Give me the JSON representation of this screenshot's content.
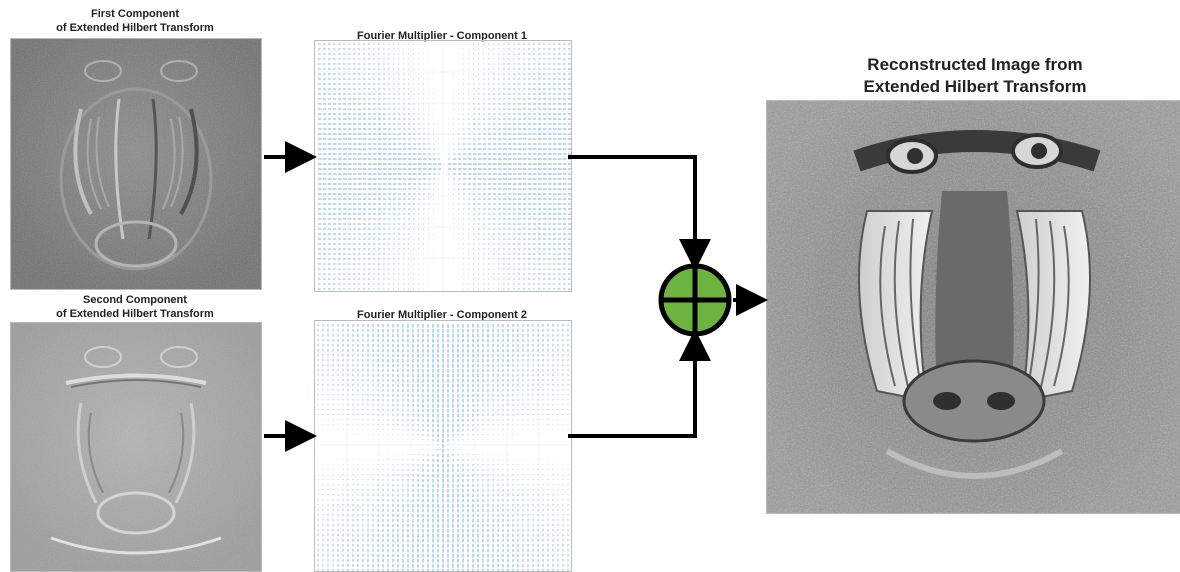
{
  "component1": {
    "title_line1": "First Component",
    "title_line2": "of Extended Hilbert Transform"
  },
  "component2": {
    "title_line1": "Second Component",
    "title_line2": "of Extended Hilbert Transform"
  },
  "multiplier1": {
    "title": "Fourier Multiplier - Component 1"
  },
  "multiplier2": {
    "title": "Fourier Multiplier - Component 2"
  },
  "reconstructed": {
    "title_line1": "Reconstructed Image from",
    "title_line2": "Extended Hilbert Transform"
  },
  "colors": {
    "quiver": "#3d8fd1",
    "sum_node_fill": "#6db33f",
    "arrow": "#000000"
  },
  "icons": {
    "sum_node": "circle-plus-icon"
  }
}
